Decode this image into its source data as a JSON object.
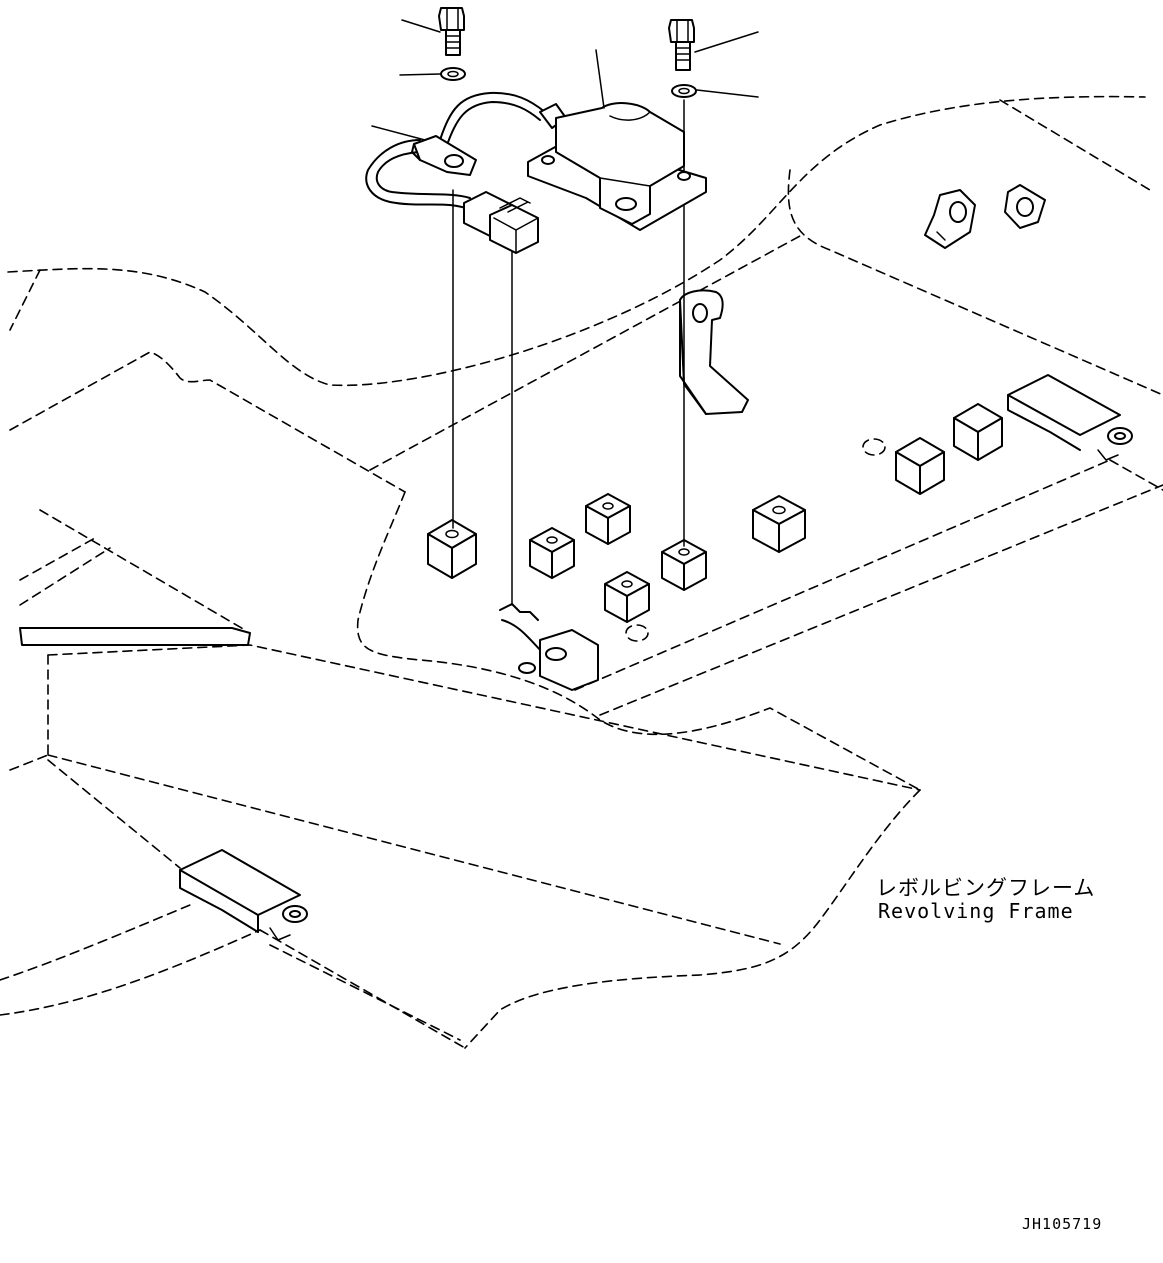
{
  "labels": {
    "frame_jp": "レボルビングフレーム",
    "frame_en": "Revolving Frame",
    "drawing_code": "JH105719"
  },
  "parts": [
    {
      "name": "bolt-left",
      "icon": "bolt-icon"
    },
    {
      "name": "washer-left",
      "icon": "washer-icon"
    },
    {
      "name": "harness-ground-lug",
      "icon": "wire-harness-icon"
    },
    {
      "name": "controller-box",
      "icon": "module-box-icon"
    },
    {
      "name": "bolt-right",
      "icon": "bolt-icon"
    },
    {
      "name": "washer-right",
      "icon": "washer-icon"
    }
  ],
  "colors": {
    "line": "#000000",
    "background": "#ffffff"
  }
}
